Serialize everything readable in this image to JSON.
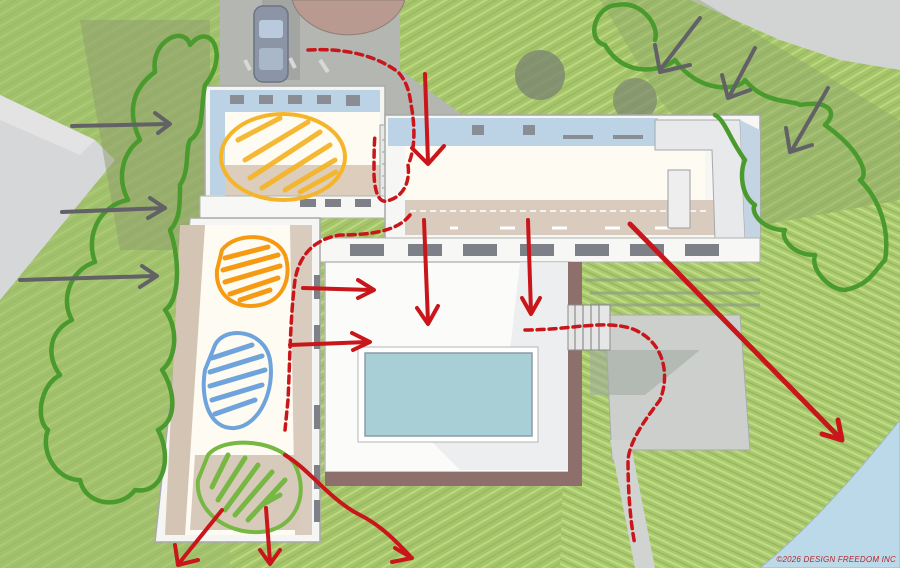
{
  "diagram": {
    "type": "architectural-site-plan-bubble-diagram",
    "view": "aerial 3D rendering with hand-drawn annotation overlay",
    "copyright": "©2026 DESIGN FREEDOM INC",
    "colors": {
      "lawn": "#a4c46a",
      "lawn_light": "#b9d67c",
      "lawn_dark": "#8fae5c",
      "pavement": "#c6c8c4",
      "driveway": "#a9aca8",
      "plaza_brick": "#b89a8e",
      "building_white": "#f7f6f2",
      "floor_cream": "#fdfbf3",
      "floor_tan": "#d9cbbd",
      "roof_glass_blue": "#b9d1e3",
      "pool_water": "#a8cfd6",
      "coping_brown": "#8d6f6c",
      "water_body": "#bcd9ea",
      "sidewalk": "#d4d6d4",
      "annotation_green": "#4a9a2e",
      "annotation_orange_yellow": "#f5b52a",
      "annotation_orange": "#f59a12",
      "annotation_blue": "#6ea3dc",
      "annotation_lime": "#77b743",
      "annotation_red": "#c8161b",
      "annotation_gray": "#626266"
    },
    "annotations": {
      "zones": [
        {
          "name": "upper-wing-zone",
          "color": "annotation_orange_yellow",
          "shape": "hatched ellipse"
        },
        {
          "name": "west-wing-zone-1",
          "color": "annotation_orange",
          "shape": "hatched circle"
        },
        {
          "name": "west-wing-zone-2",
          "color": "annotation_blue",
          "shape": "hatched ellipse"
        },
        {
          "name": "west-wing-zone-3",
          "color": "annotation_lime",
          "shape": "hatched ellipse"
        }
      ],
      "tree_buffers": [
        {
          "name": "west-tree-buffer",
          "color": "annotation_green"
        },
        {
          "name": "northeast-tree-buffer",
          "color": "annotation_green"
        }
      ],
      "wind_or_view_arrows": [
        {
          "name": "west-arrow-1",
          "direction": "east"
        },
        {
          "name": "west-arrow-2",
          "direction": "east"
        },
        {
          "name": "west-arrow-3",
          "direction": "east"
        },
        {
          "name": "northeast-arrow-1",
          "direction": "southwest"
        },
        {
          "name": "northeast-arrow-2",
          "direction": "southwest"
        },
        {
          "name": "northeast-arrow-3",
          "direction": "southwest"
        }
      ],
      "circulation_arrows": [
        {
          "name": "entry-arrow",
          "direction": "south"
        },
        {
          "name": "courtyard-arrow-1",
          "direction": "south"
        },
        {
          "name": "courtyard-arrow-2",
          "direction": "south"
        },
        {
          "name": "yard-view-arrow",
          "direction": "southeast"
        },
        {
          "name": "west-to-courtyard-arrow-1",
          "direction": "east"
        },
        {
          "name": "west-to-courtyard-arrow-2",
          "direction": "east"
        },
        {
          "name": "south-arrow-1",
          "direction": "southwest"
        },
        {
          "name": "south-arrow-2",
          "direction": "south"
        },
        {
          "name": "south-arrow-3",
          "direction": "southeast"
        }
      ],
      "paths": [
        {
          "name": "entry-dashed-path",
          "style": "dashed"
        },
        {
          "name": "west-corridor-dashed-path",
          "style": "dashed"
        },
        {
          "name": "garden-dashed-path",
          "style": "dashed"
        }
      ]
    },
    "site_elements": [
      "parked-car",
      "brick-roundabout",
      "driveway",
      "north-wing",
      "east-wing",
      "west-wing",
      "courtyard",
      "swimming-pool",
      "stairs",
      "patio",
      "garden-walkway",
      "pond",
      "trees"
    ]
  }
}
